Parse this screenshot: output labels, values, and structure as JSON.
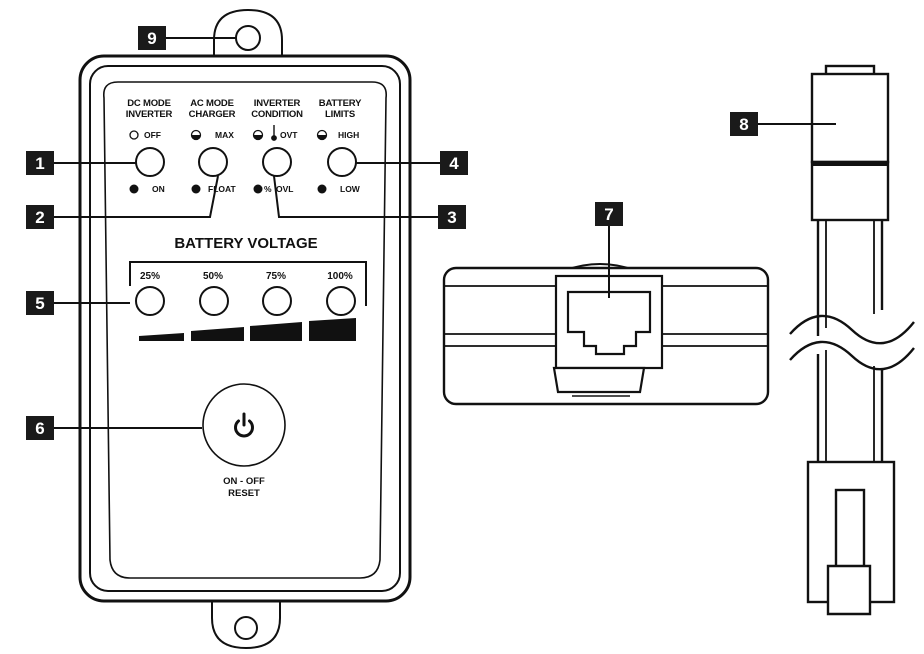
{
  "panel": {
    "columns": {
      "dc_mode": [
        "DC MODE",
        "INVERTER"
      ],
      "ac_mode": [
        "AC MODE",
        "CHARGER"
      ],
      "inverter": [
        "INVERTER",
        "CONDITION"
      ],
      "battery": [
        "BATTERY",
        "LIMITS"
      ]
    },
    "indicators": {
      "off": "OFF",
      "on": "ON",
      "max": "MAX",
      "float": "FLOAT",
      "ovt": "OVT",
      "ovl": "OVL",
      "high": "HIGH",
      "low": "LOW"
    },
    "battery_voltage": {
      "title": "BATTERY VOLTAGE",
      "levels": [
        "25%",
        "50%",
        "75%",
        "100%"
      ]
    },
    "power": {
      "label_line1": "ON - OFF",
      "label_line2": "RESET"
    }
  },
  "callouts": [
    "1",
    "2",
    "3",
    "4",
    "5",
    "6",
    "7",
    "8",
    "9"
  ],
  "icons": [
    "power-icon",
    "thermometer-icon",
    "overload-icon",
    "rj45-port",
    "wavy-break"
  ],
  "colors": {
    "ink": "#111111",
    "panel_face": "#ffffff",
    "dark_fill": "#1a1a1a"
  }
}
